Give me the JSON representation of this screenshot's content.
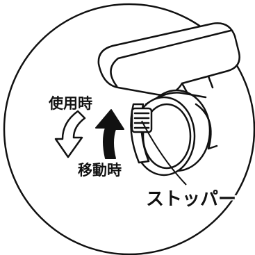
{
  "labels": {
    "in_use": "使用時",
    "moving": "移動時",
    "stopper": "ストッパー"
  },
  "colors": {
    "line": "#111111",
    "background": "#ffffff"
  },
  "icons": {
    "in_use_arrow": "hollow-down-arrow",
    "moving_arrow": "solid-up-arrow"
  }
}
